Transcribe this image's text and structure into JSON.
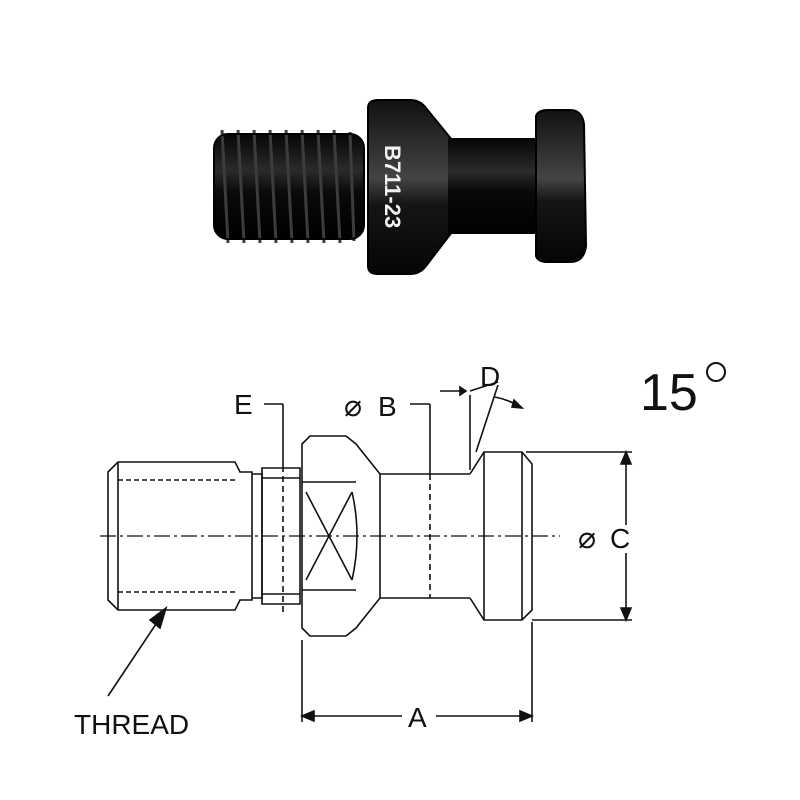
{
  "photo": {
    "engraving": "B711-23",
    "colors": {
      "body": "#0e0e0e",
      "highlight": "#3a3a3a"
    }
  },
  "drawing": {
    "labels": {
      "e": "E",
      "b": "B",
      "d": "D",
      "c": "C",
      "a": "A",
      "thread": "THREAD",
      "angle": "15"
    },
    "diameter_symbol": "⌀",
    "degree_symbol": "°",
    "colors": {
      "line": "#111111"
    }
  }
}
